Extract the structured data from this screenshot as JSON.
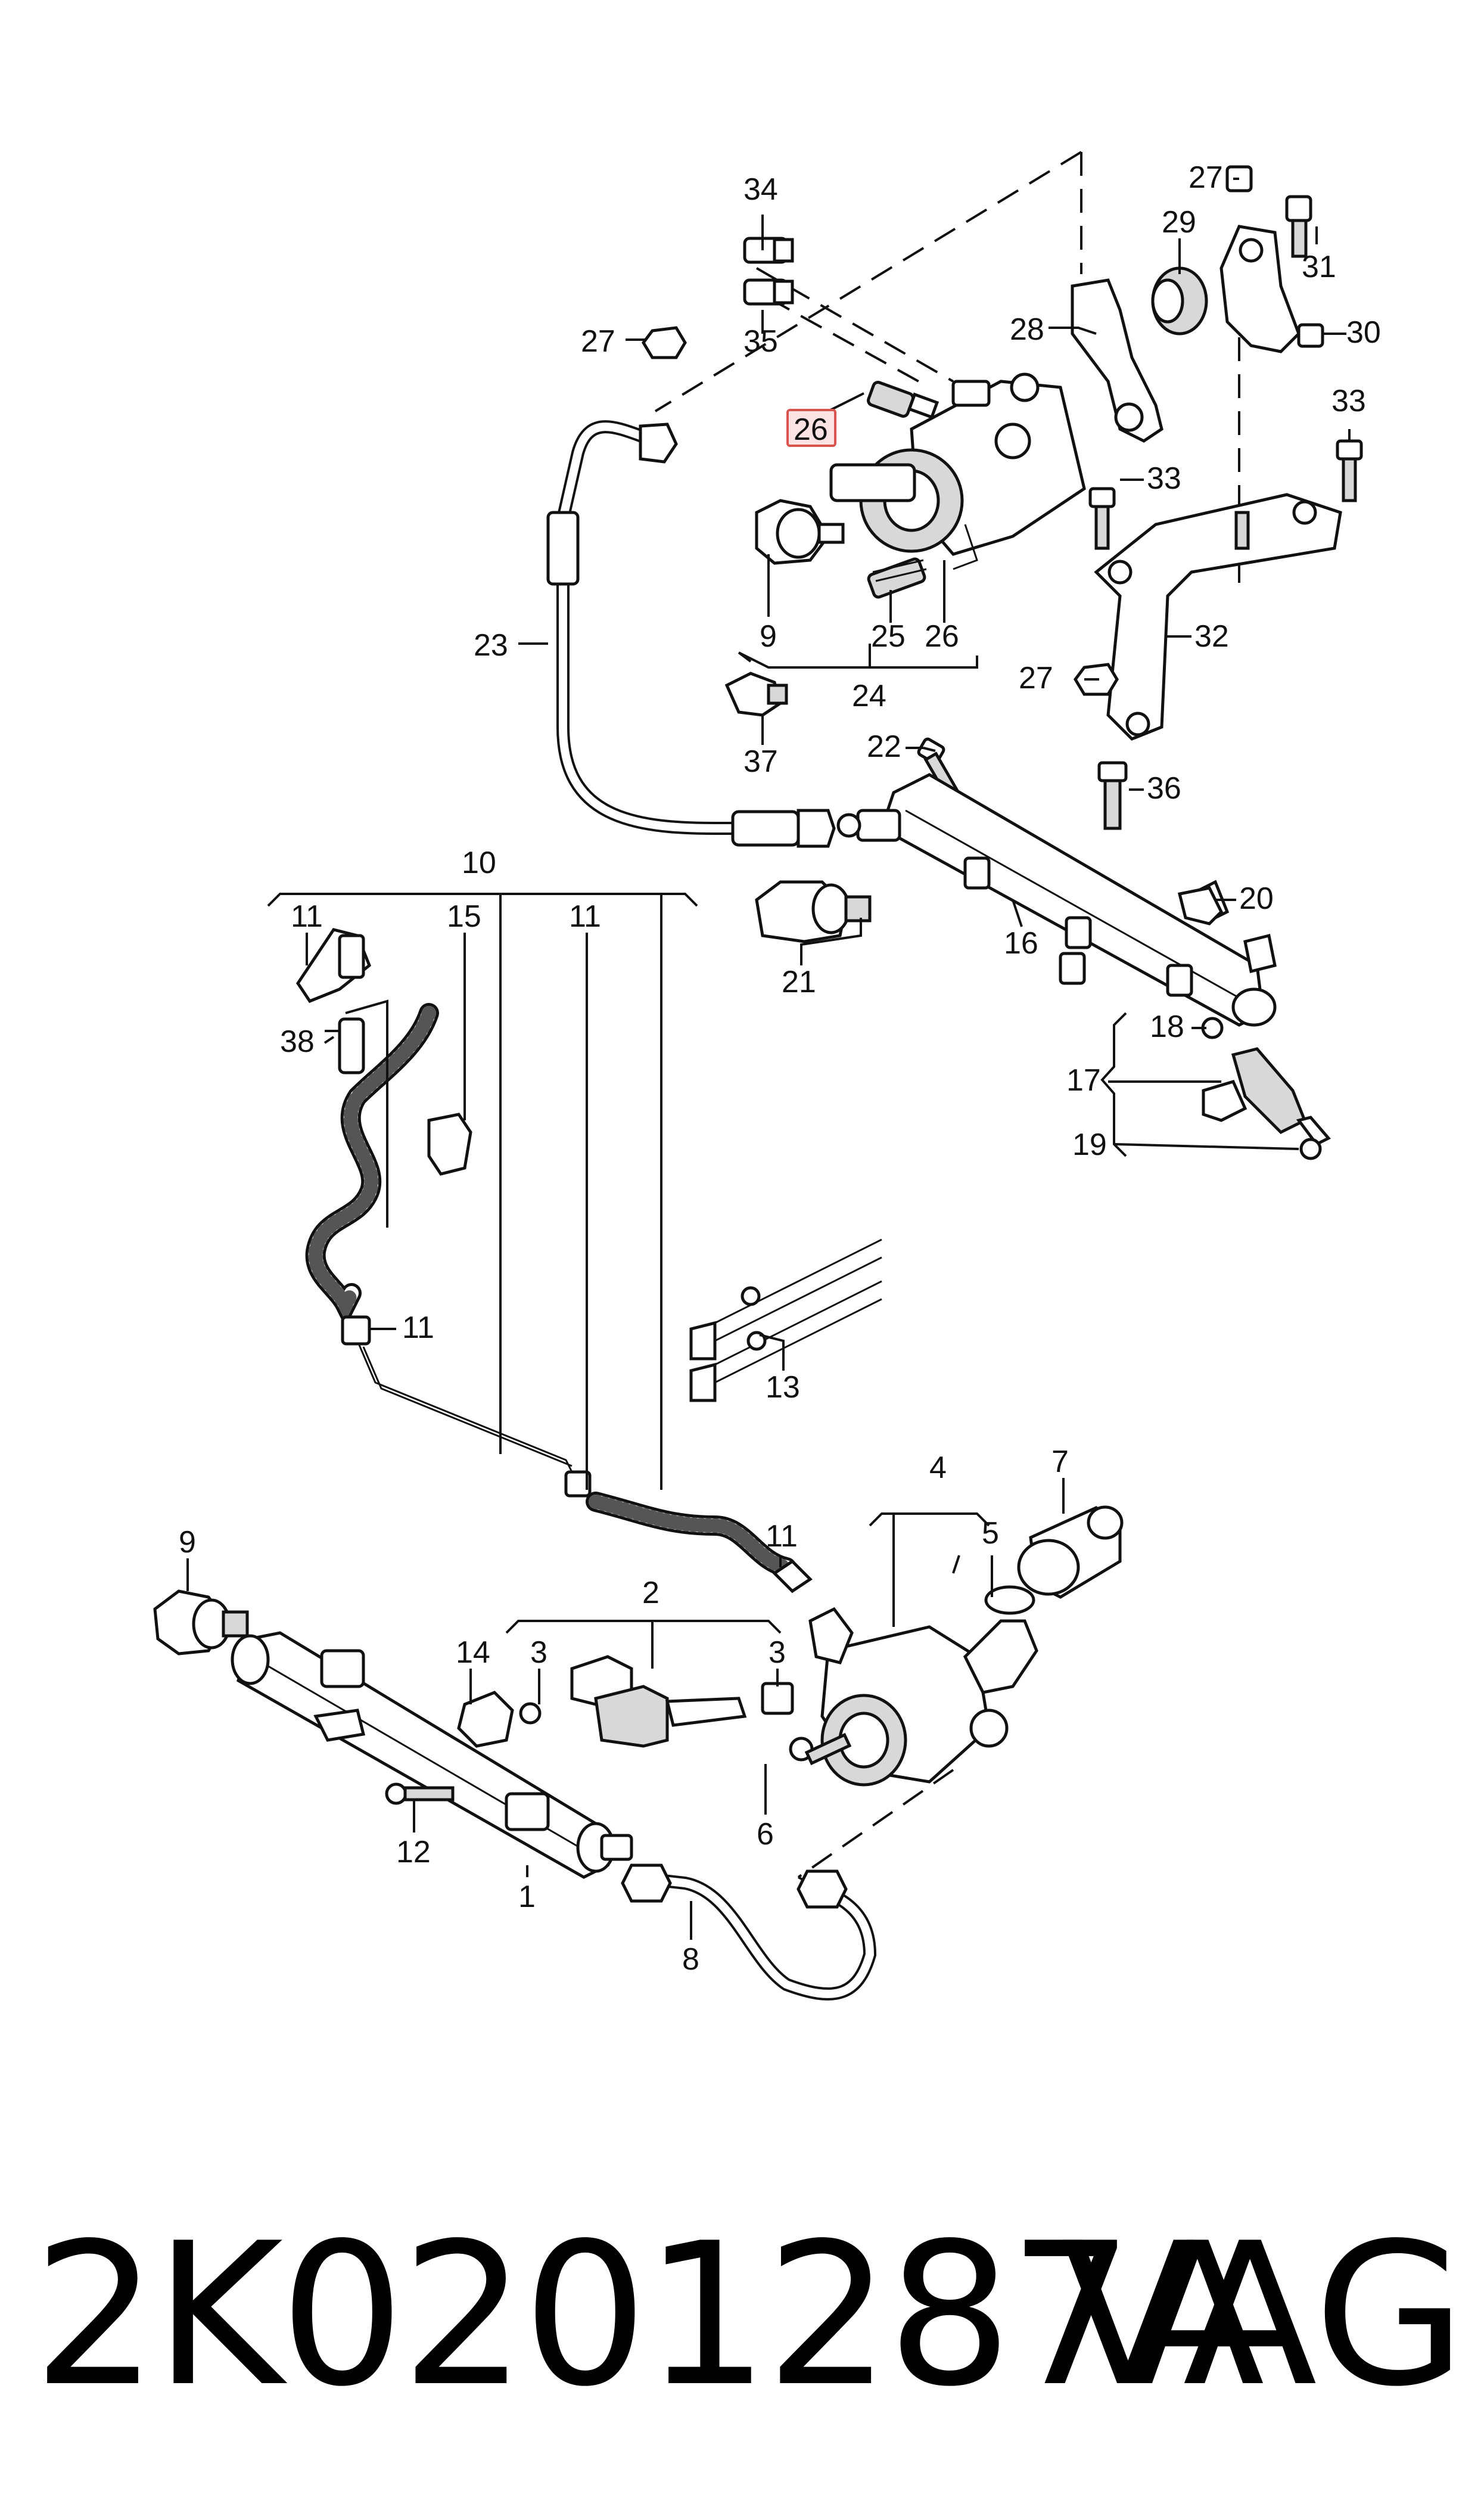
{
  "labels": {
    "c1": "1",
    "c2": "2",
    "c3a": "3",
    "c3b": "3",
    "c4": "4",
    "c5": "5",
    "c6": "6",
    "c7": "7",
    "c8": "8",
    "c9a": "9",
    "c9b": "9",
    "c10": "10",
    "c11a": "11",
    "c11b": "11",
    "c11c": "11",
    "c11d": "11",
    "c12": "12",
    "c13": "13",
    "c14": "14",
    "c15": "15",
    "c16": "16",
    "c17": "17",
    "c18": "18",
    "c19": "19",
    "c20": "20",
    "c21": "21",
    "c22": "22",
    "c23": "23",
    "c24": "24",
    "c25": "25",
    "c26a": "26",
    "c26b": "26",
    "c27a": "27",
    "c27b": "27",
    "c27c": "27",
    "c28": "28",
    "c29": "29",
    "c30": "30",
    "c31": "31",
    "c32": "32",
    "c33a": "33",
    "c33b": "33",
    "c34": "34",
    "c35": "35",
    "c36": "36",
    "c37": "37",
    "c38": "38"
  },
  "highlight": {
    "label": "26",
    "border_color": "#d9534f",
    "fill_color": "#fbe3e3"
  },
  "footer": {
    "part_number": "2K0201287A",
    "brand": "VAG"
  }
}
